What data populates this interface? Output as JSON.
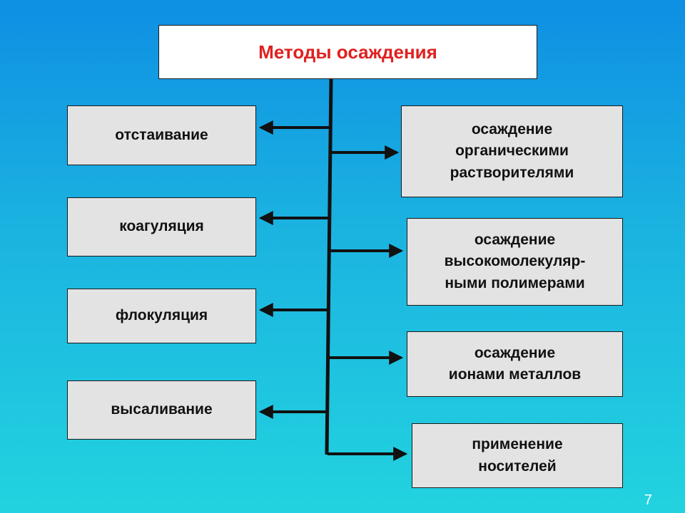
{
  "title": "Методы осаждения",
  "left_methods": [
    {
      "label": "отстаивание"
    },
    {
      "label": "коагуляция"
    },
    {
      "label": "флокуляция"
    },
    {
      "label": "высаливание"
    }
  ],
  "right_methods": [
    {
      "label": "осаждение\nорганическими\nрастворителями"
    },
    {
      "label": "осаждение\nвысокомолекуляр-\nными полимерами"
    },
    {
      "label": "осаждение\nионами металлов"
    },
    {
      "label": "применение\nносителей"
    }
  ],
  "page_number": "7",
  "colors": {
    "title_text": "#e02020",
    "box_fill": "#e3e3e3",
    "background_top": "#0e8fe3",
    "background_bottom": "#22d3df"
  }
}
